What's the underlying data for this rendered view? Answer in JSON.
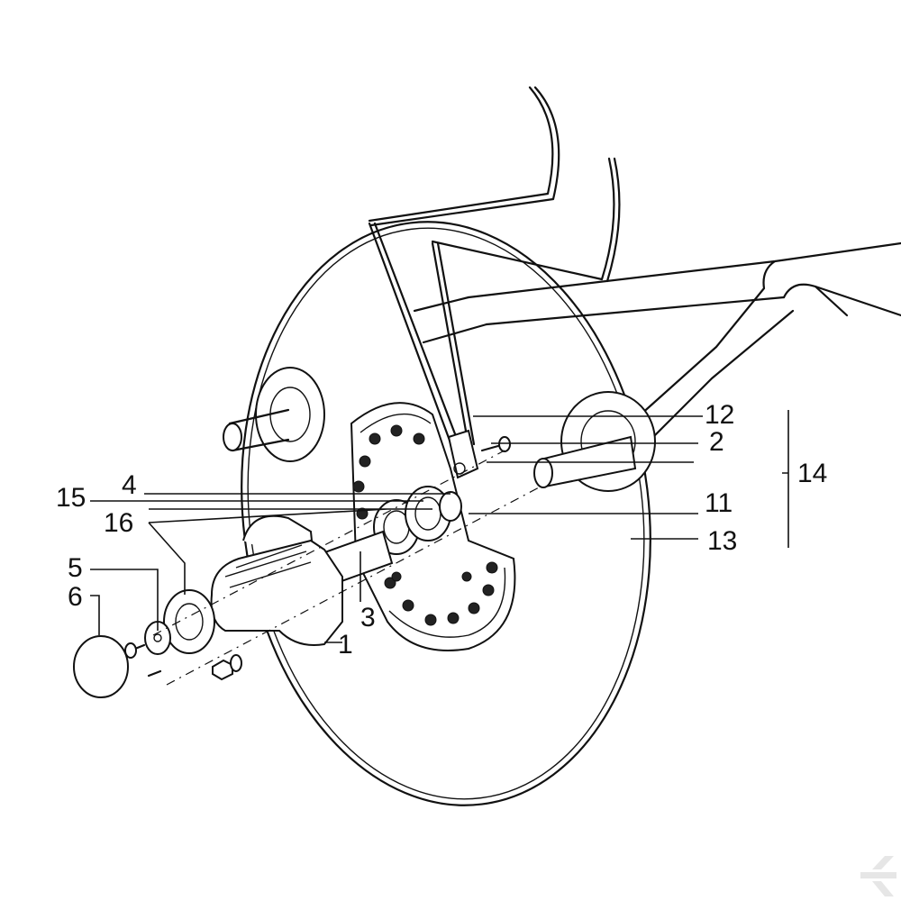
{
  "labels": {
    "l1": "1",
    "l2": "2",
    "l3": "3",
    "l4": "4",
    "l5": "5",
    "l6": "6",
    "l11": "11",
    "l12": "12",
    "l13": "13",
    "l14": "14",
    "l15": "15",
    "l16": "16"
  },
  "colors": {
    "line": "#111111",
    "background": "#ffffff",
    "watermark": "#e6e6e6"
  }
}
